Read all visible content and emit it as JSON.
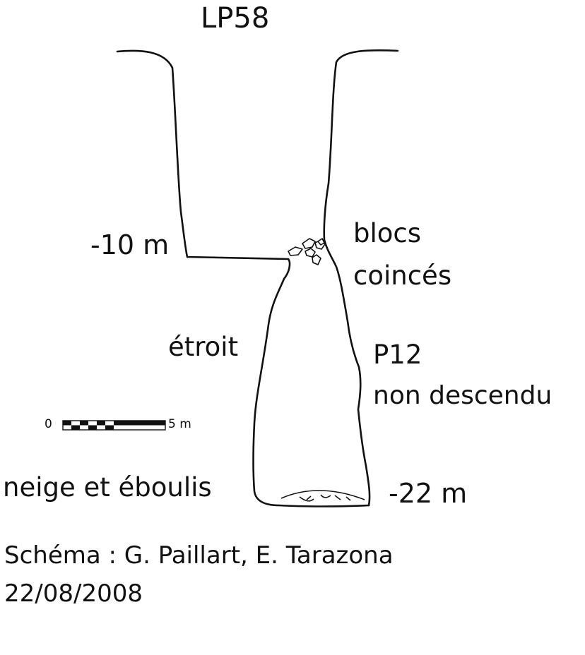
{
  "title": "LP58",
  "depths": {
    "level1": "-10 m",
    "bottom": "-22 m"
  },
  "annotations": {
    "blocked_blocks_line1": "blocs",
    "blocked_blocks_line2": "coincés",
    "narrow": "étroit",
    "pitch_line1": "P12",
    "pitch_line2": "non descendu",
    "floor": "neige et éboulis"
  },
  "scale_bar": {
    "start_label": "0",
    "end_label": "5 m"
  },
  "credits": {
    "authors": "Schéma : G. Paillart, E. Tarazona",
    "date": "22/08/2008"
  },
  "colors": {
    "line": "#111111",
    "background": "#ffffff"
  }
}
